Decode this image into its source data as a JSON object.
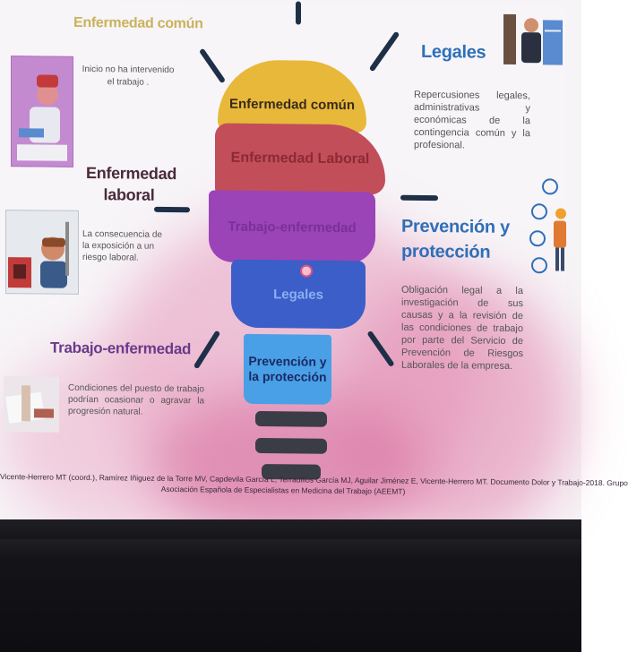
{
  "center_bulb": {
    "band1": "Enfermedad común",
    "band2": "Enfermedad Laboral",
    "band3": "Trabajo-enfermedad",
    "band4": "Legales",
    "band5_line1": "Prevención y",
    "band5_line2": "la protección"
  },
  "left": {
    "enf_comun_title": "Enfermedad común",
    "enf_comun_text": "Inicio no ha intervenido el trabajo .",
    "enf_laboral_title_l1": "Enfermedad",
    "enf_laboral_title_l2": "laboral",
    "enf_laboral_text": "La consecuencia de la exposición a un riesgo laboral.",
    "trabajo_title": "Trabajo-enfermedad",
    "trabajo_text": "Condiciones del puesto de trabajo podrían ocasionar o agravar la progresión natural."
  },
  "right": {
    "legales_title": "Legales",
    "legales_text": "Repercusiones legales, administrativas y económicas de la contingencia común y la profesional.",
    "prevencion_title_l1": "Prevención y",
    "prevencion_title_l2": "protección",
    "prevencion_text": "Obligación legal a la investigación de sus causas y a la revisión de las condiciones de trabajo por parte del Servicio de Prevención de Riesgos Laborales de la empresa."
  },
  "footer": {
    "citation_l1": "Vicente-Herrero MT (coord.), Ramírez Iñiguez de la Torre MV, Capdevila García L, Terradillos García MJ, Aguilar Jiménez E, Vicente-Herrero MT. Documento Dolor y Trabajo-2018. Grupo",
    "citation_l2": "Asociación Española de Especialistas en Medicina del Trabajo (AEEMT)"
  },
  "colors": {
    "yellow": "#e8b83a",
    "red": "#c24e5a",
    "purple": "#9a44b8",
    "blue": "#3c5ec8",
    "light_blue": "#4aa0e6",
    "title_blue": "#2f6fb8",
    "title_dark": "#4a2a3a",
    "title_purple": "#6a3a8a"
  },
  "icons": [
    "sick-person-illustration",
    "worker-at-computer-illustration",
    "paperwork-illustration",
    "scales-of-justice-illustration",
    "safety-worker-illustration"
  ]
}
